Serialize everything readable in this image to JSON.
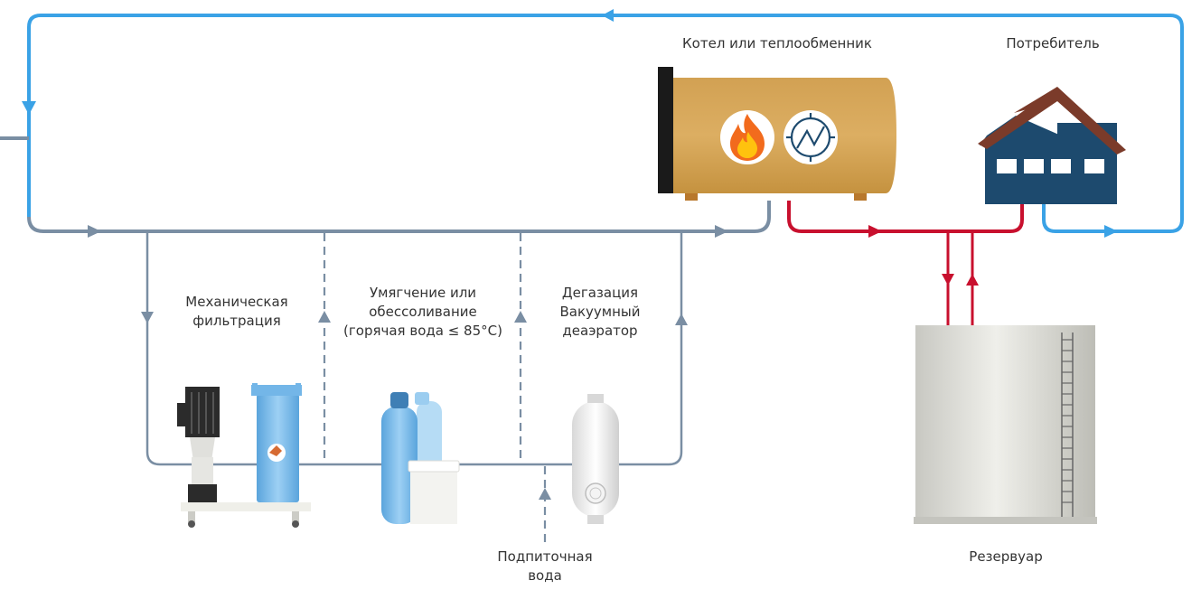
{
  "labels": {
    "boiler": "Котел или теплообменник",
    "consumer": "Потребитель",
    "mech_filtration": [
      "Механическая",
      "фильтрация"
    ],
    "softening": [
      "Умягчение или",
      "обессоливание",
      "(горячая вода ≤ 85°C)"
    ],
    "degassing": [
      "Дегазация",
      "Вакуумный",
      "деаэратор"
    ],
    "makeup_water": [
      "Подпиточная",
      "вода"
    ],
    "reservoir": "Резервуар"
  },
  "colors": {
    "return_line": "#7a8ea3",
    "supply_line": "#c8102e",
    "loop_line": "#3aa2e6",
    "boiler_body": "#d7a857",
    "house": "#1d4a6e",
    "roof": "#7b3b2a",
    "equipment_blue": "#73b6e8",
    "tank": "#d9d9d4"
  },
  "icons": [
    "flame-icon",
    "heat-exchanger-icon",
    "house-icon",
    "pump-icon",
    "filter-housing-icon",
    "softener-icon",
    "deaerator-icon",
    "reservoir-icon"
  ]
}
